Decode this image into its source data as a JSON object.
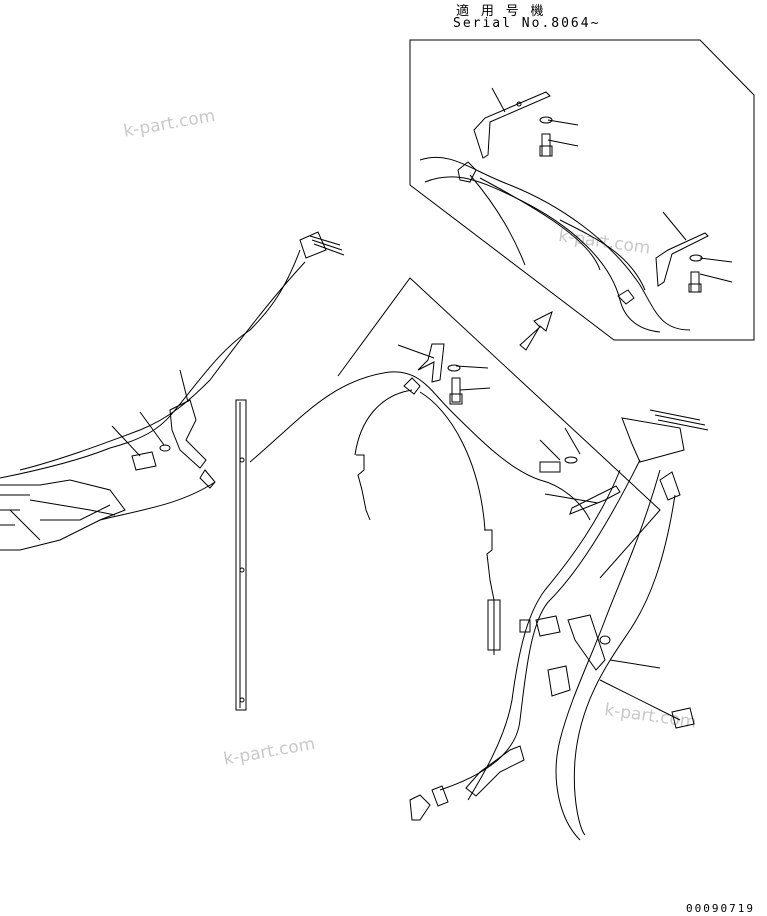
{
  "header": {
    "applicability_label": "適 用 号 機",
    "serial_label": "Serial No.8064~"
  },
  "watermarks": [
    "k-part.com",
    "k-part.com",
    "k-part.com",
    "k-part.com"
  ],
  "footer": {
    "drawing_number": "00090719"
  }
}
